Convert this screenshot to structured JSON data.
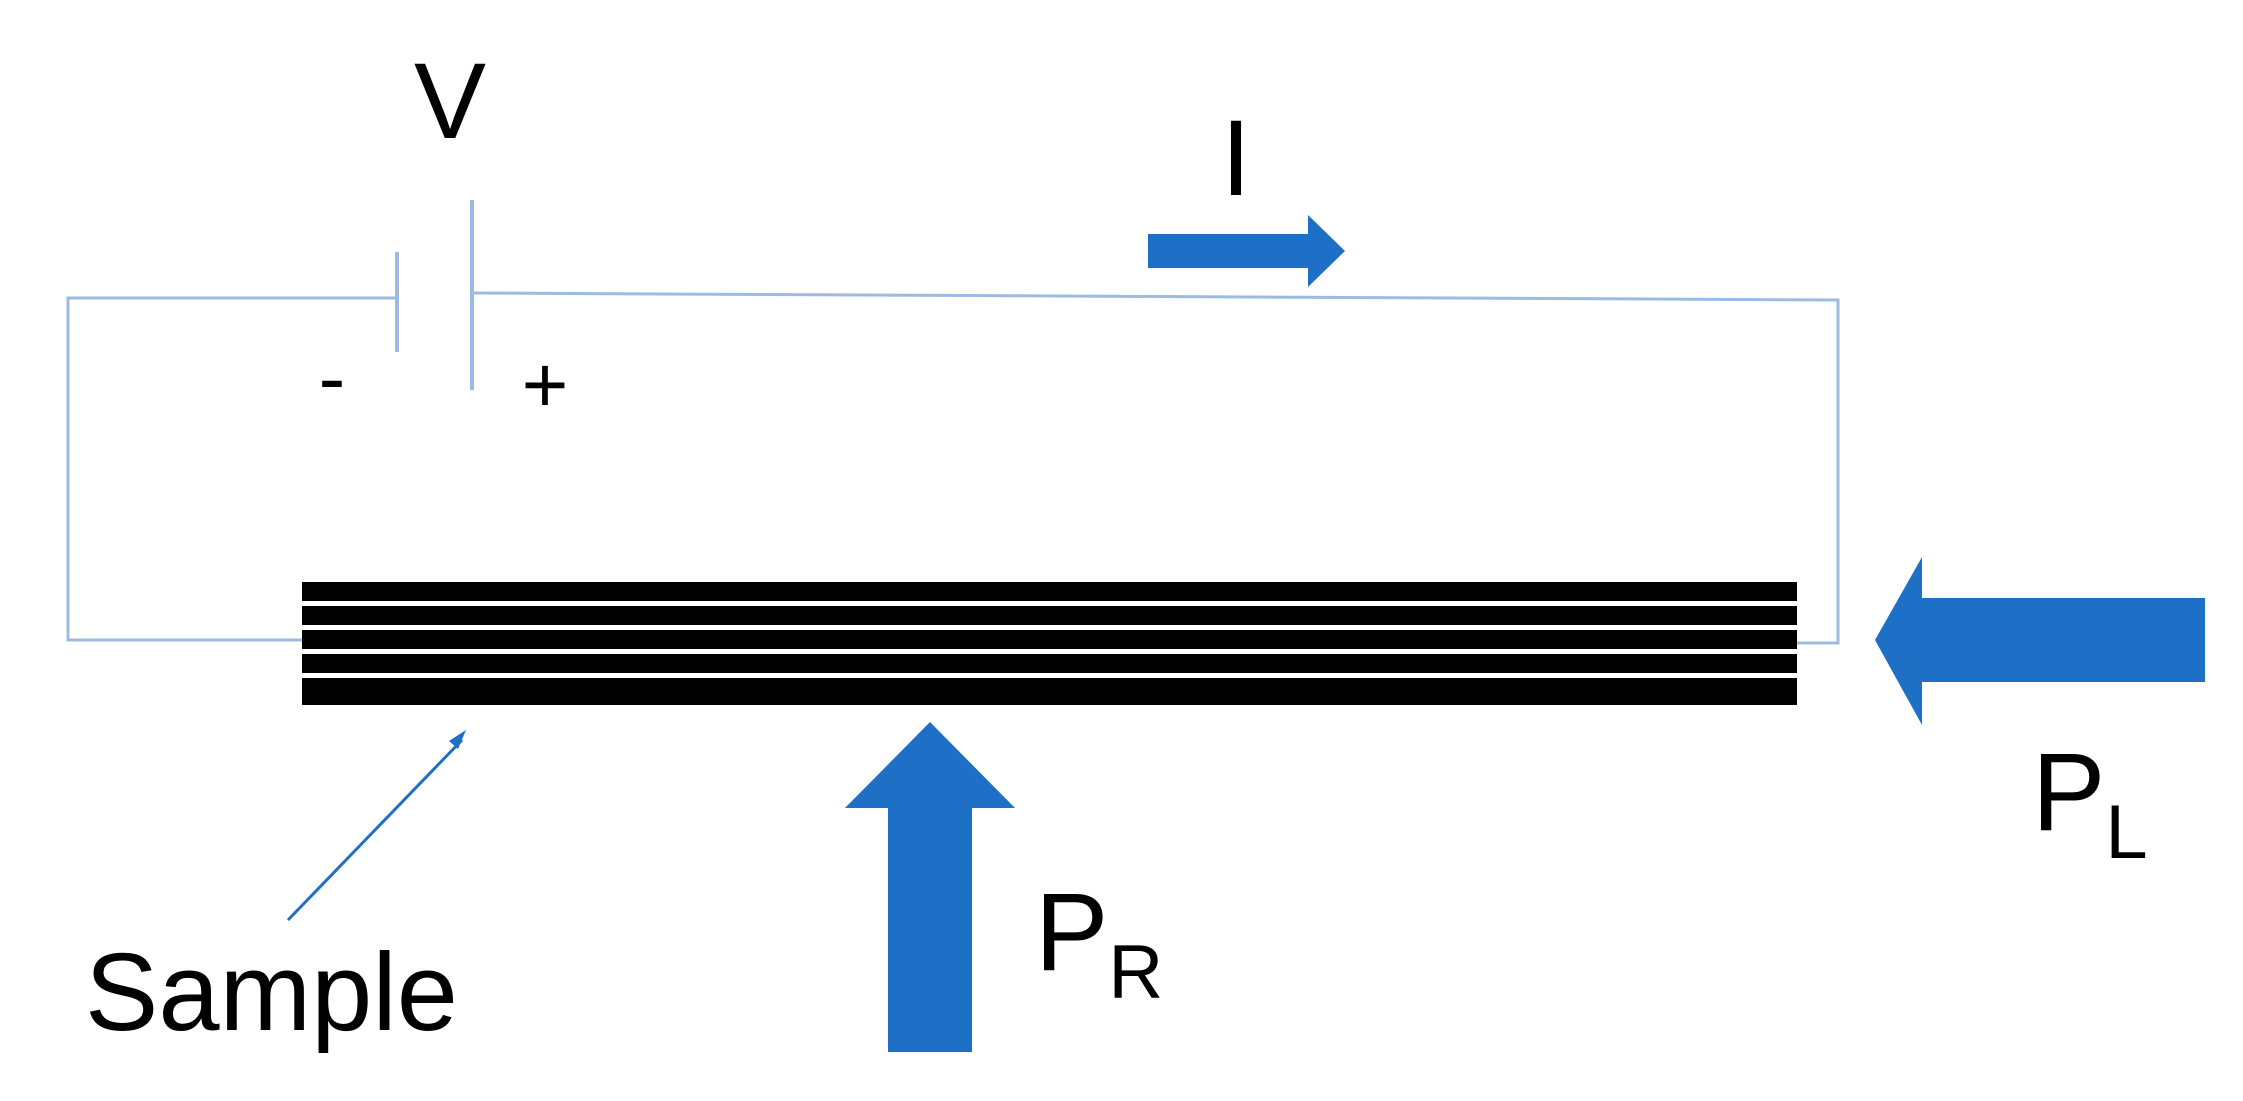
{
  "labels": {
    "voltage": "V",
    "current": "I",
    "minus": "-",
    "plus": "+",
    "sample": "Sample",
    "pressure_r": "P",
    "pressure_r_sub": "R",
    "pressure_l": "P",
    "pressure_l_sub": "L"
  },
  "sample_layers": 5,
  "colors": {
    "wire": "#9dbbe2",
    "arrow": "#1e6fc6",
    "sample": "#000000",
    "sample_gap": "#ffffff",
    "text": "#000000"
  }
}
